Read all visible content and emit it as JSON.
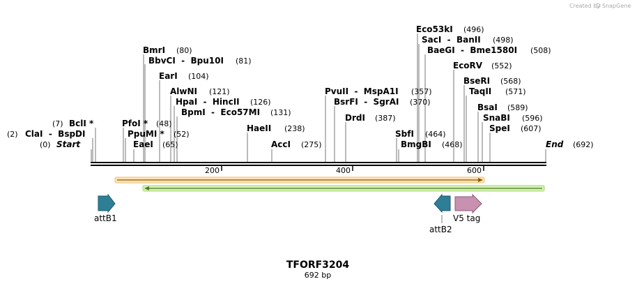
{
  "credit": {
    "text": "Created by",
    "brand": "SnapGene"
  },
  "title": "TFORF3204",
  "subtitle": "692 bp",
  "colors": {
    "attb": "#2e7e96",
    "v5": "#c891b0",
    "orf_fill": "#f5c58a",
    "orf_edge": "#b8860b",
    "green": "#a4d86a",
    "backbone": "#000000"
  },
  "ticks": [
    "200",
    "400",
    "600"
  ],
  "sites": [
    {
      "name": "Start",
      "pos": "(0)"
    },
    {
      "name": "ClaI  -  BspDI",
      "pos": "(2)"
    },
    {
      "name": "BclI *",
      "pos": "(7)"
    },
    {
      "name": "PfoI *",
      "pos": "(48)"
    },
    {
      "name": "PpuMI *",
      "pos": "(52)"
    },
    {
      "name": "EaeI",
      "pos": "(65)"
    },
    {
      "name": "BmrI",
      "pos": "(80)"
    },
    {
      "name": "BbvCI  -  Bpu10I",
      "pos": "(81)"
    },
    {
      "name": "EarI",
      "pos": "(104)"
    },
    {
      "name": "AlwNI",
      "pos": "(121)"
    },
    {
      "name": "HpaI  -  HincII",
      "pos": "(126)"
    },
    {
      "name": "BpmI  -  Eco57MI",
      "pos": "(131)"
    },
    {
      "name": "HaeII",
      "pos": "(238)"
    },
    {
      "name": "AccI",
      "pos": "(275)"
    },
    {
      "name": "PvuII  -  MspA1I",
      "pos": "(357)"
    },
    {
      "name": "BsrFI  -  SgrAI",
      "pos": "(370)"
    },
    {
      "name": "DrdI",
      "pos": "(387)"
    },
    {
      "name": "SbfI",
      "pos": "(464)"
    },
    {
      "name": "BmgBI",
      "pos": "(468)"
    },
    {
      "name": "Eco53kI",
      "pos": "(496)"
    },
    {
      "name": "SacI  -  BanII",
      "pos": "(498)"
    },
    {
      "name": "BaeGI  -  Bme1580I",
      "pos": "(508)"
    },
    {
      "name": "EcoRV",
      "pos": "(552)"
    },
    {
      "name": "BseRI",
      "pos": "(568)"
    },
    {
      "name": "TaqII",
      "pos": "(571)"
    },
    {
      "name": "BsaI",
      "pos": "(589)"
    },
    {
      "name": "SnaBI",
      "pos": "(596)"
    },
    {
      "name": "SpeI",
      "pos": "(607)"
    },
    {
      "name": "End",
      "pos": "(692)"
    }
  ],
  "features": [
    {
      "name": "attB1"
    },
    {
      "name": "attB2"
    },
    {
      "name": "V5 tag"
    }
  ]
}
